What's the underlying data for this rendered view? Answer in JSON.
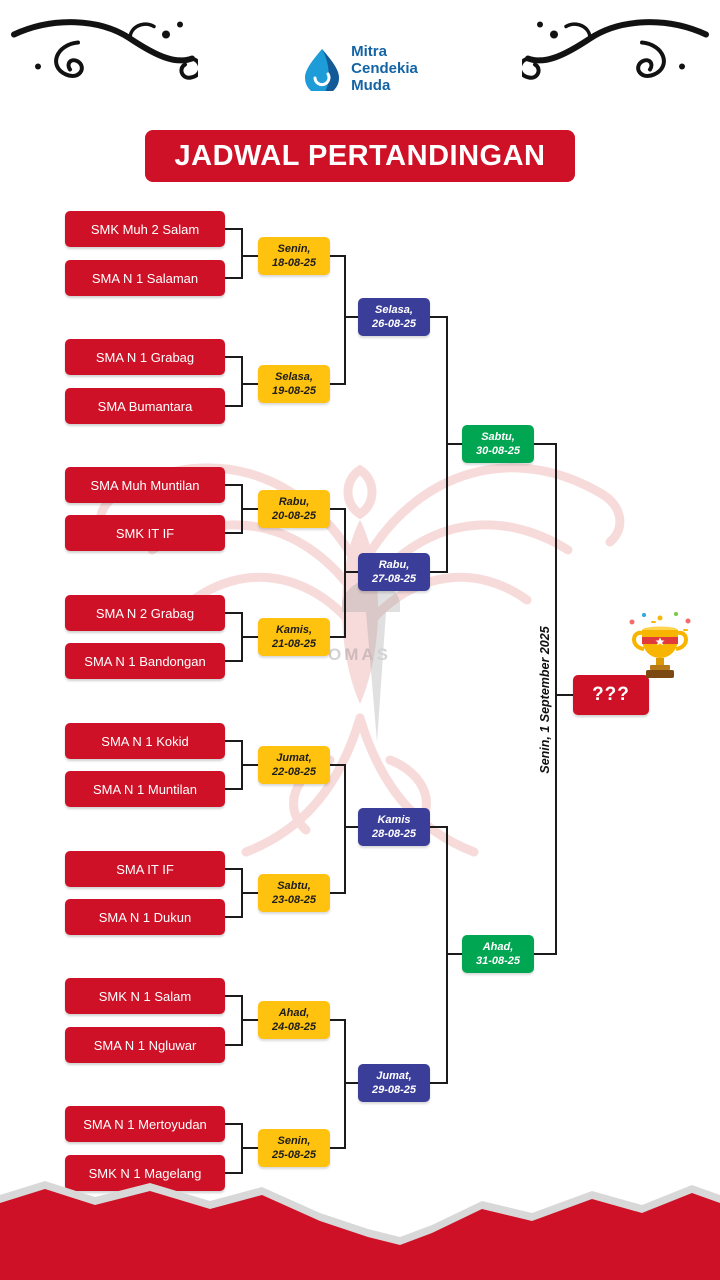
{
  "logo": {
    "line1": "Mitra",
    "line2": "Cendekia",
    "line3": "Muda"
  },
  "title": "JADWAL PERTANDINGAN",
  "colors": {
    "red": "#CE1126",
    "yellow": "#FFC20E",
    "blue": "#3B3E99",
    "green": "#00A651"
  },
  "watermark": {
    "text": "OMAS"
  },
  "bracket": {
    "round1": [
      {
        "team1": "SMK Muh 2 Salam",
        "team2": "SMA N 1 Salaman",
        "day": "Senin,",
        "date": "18-08-25"
      },
      {
        "team1": "SMA N 1 Grabag",
        "team2": "SMA Bumantara",
        "day": "Selasa,",
        "date": "19-08-25"
      },
      {
        "team1": "SMA Muh Muntilan",
        "team2": "SMK IT IF",
        "day": "Rabu,",
        "date": "20-08-25"
      },
      {
        "team1": "SMA N 2 Grabag",
        "team2": "SMA N 1 Bandongan",
        "day": "Kamis,",
        "date": "21-08-25"
      },
      {
        "team1": "SMA N 1 Kokid",
        "team2": "SMA N 1 Muntilan",
        "day": "Jumat,",
        "date": "22-08-25"
      },
      {
        "team1": "SMA IT IF",
        "team2": "SMA N 1 Dukun",
        "day": "Sabtu,",
        "date": "23-08-25"
      },
      {
        "team1": "SMK N 1 Salam",
        "team2": "SMA N 1 Ngluwar",
        "day": "Ahad,",
        "date": "24-08-25"
      },
      {
        "team1": "SMA N 1 Mertoyudan",
        "team2": "SMK N 1 Magelang",
        "day": "Senin,",
        "date": "25-08-25"
      }
    ],
    "quarterfinals": [
      {
        "day": "Selasa,",
        "date": "26-08-25"
      },
      {
        "day": "Rabu,",
        "date": "27-08-25"
      },
      {
        "day": "Kamis",
        "date": "28-08-25"
      },
      {
        "day": "Jumat,",
        "date": "29-08-25"
      }
    ],
    "semifinals": [
      {
        "day": "Sabtu,",
        "date": "30-08-25"
      },
      {
        "day": "Ahad,",
        "date": "31-08-25"
      }
    ],
    "final": {
      "schedule": "Senin, 1 September 2025",
      "winner_placeholder": "???"
    }
  }
}
